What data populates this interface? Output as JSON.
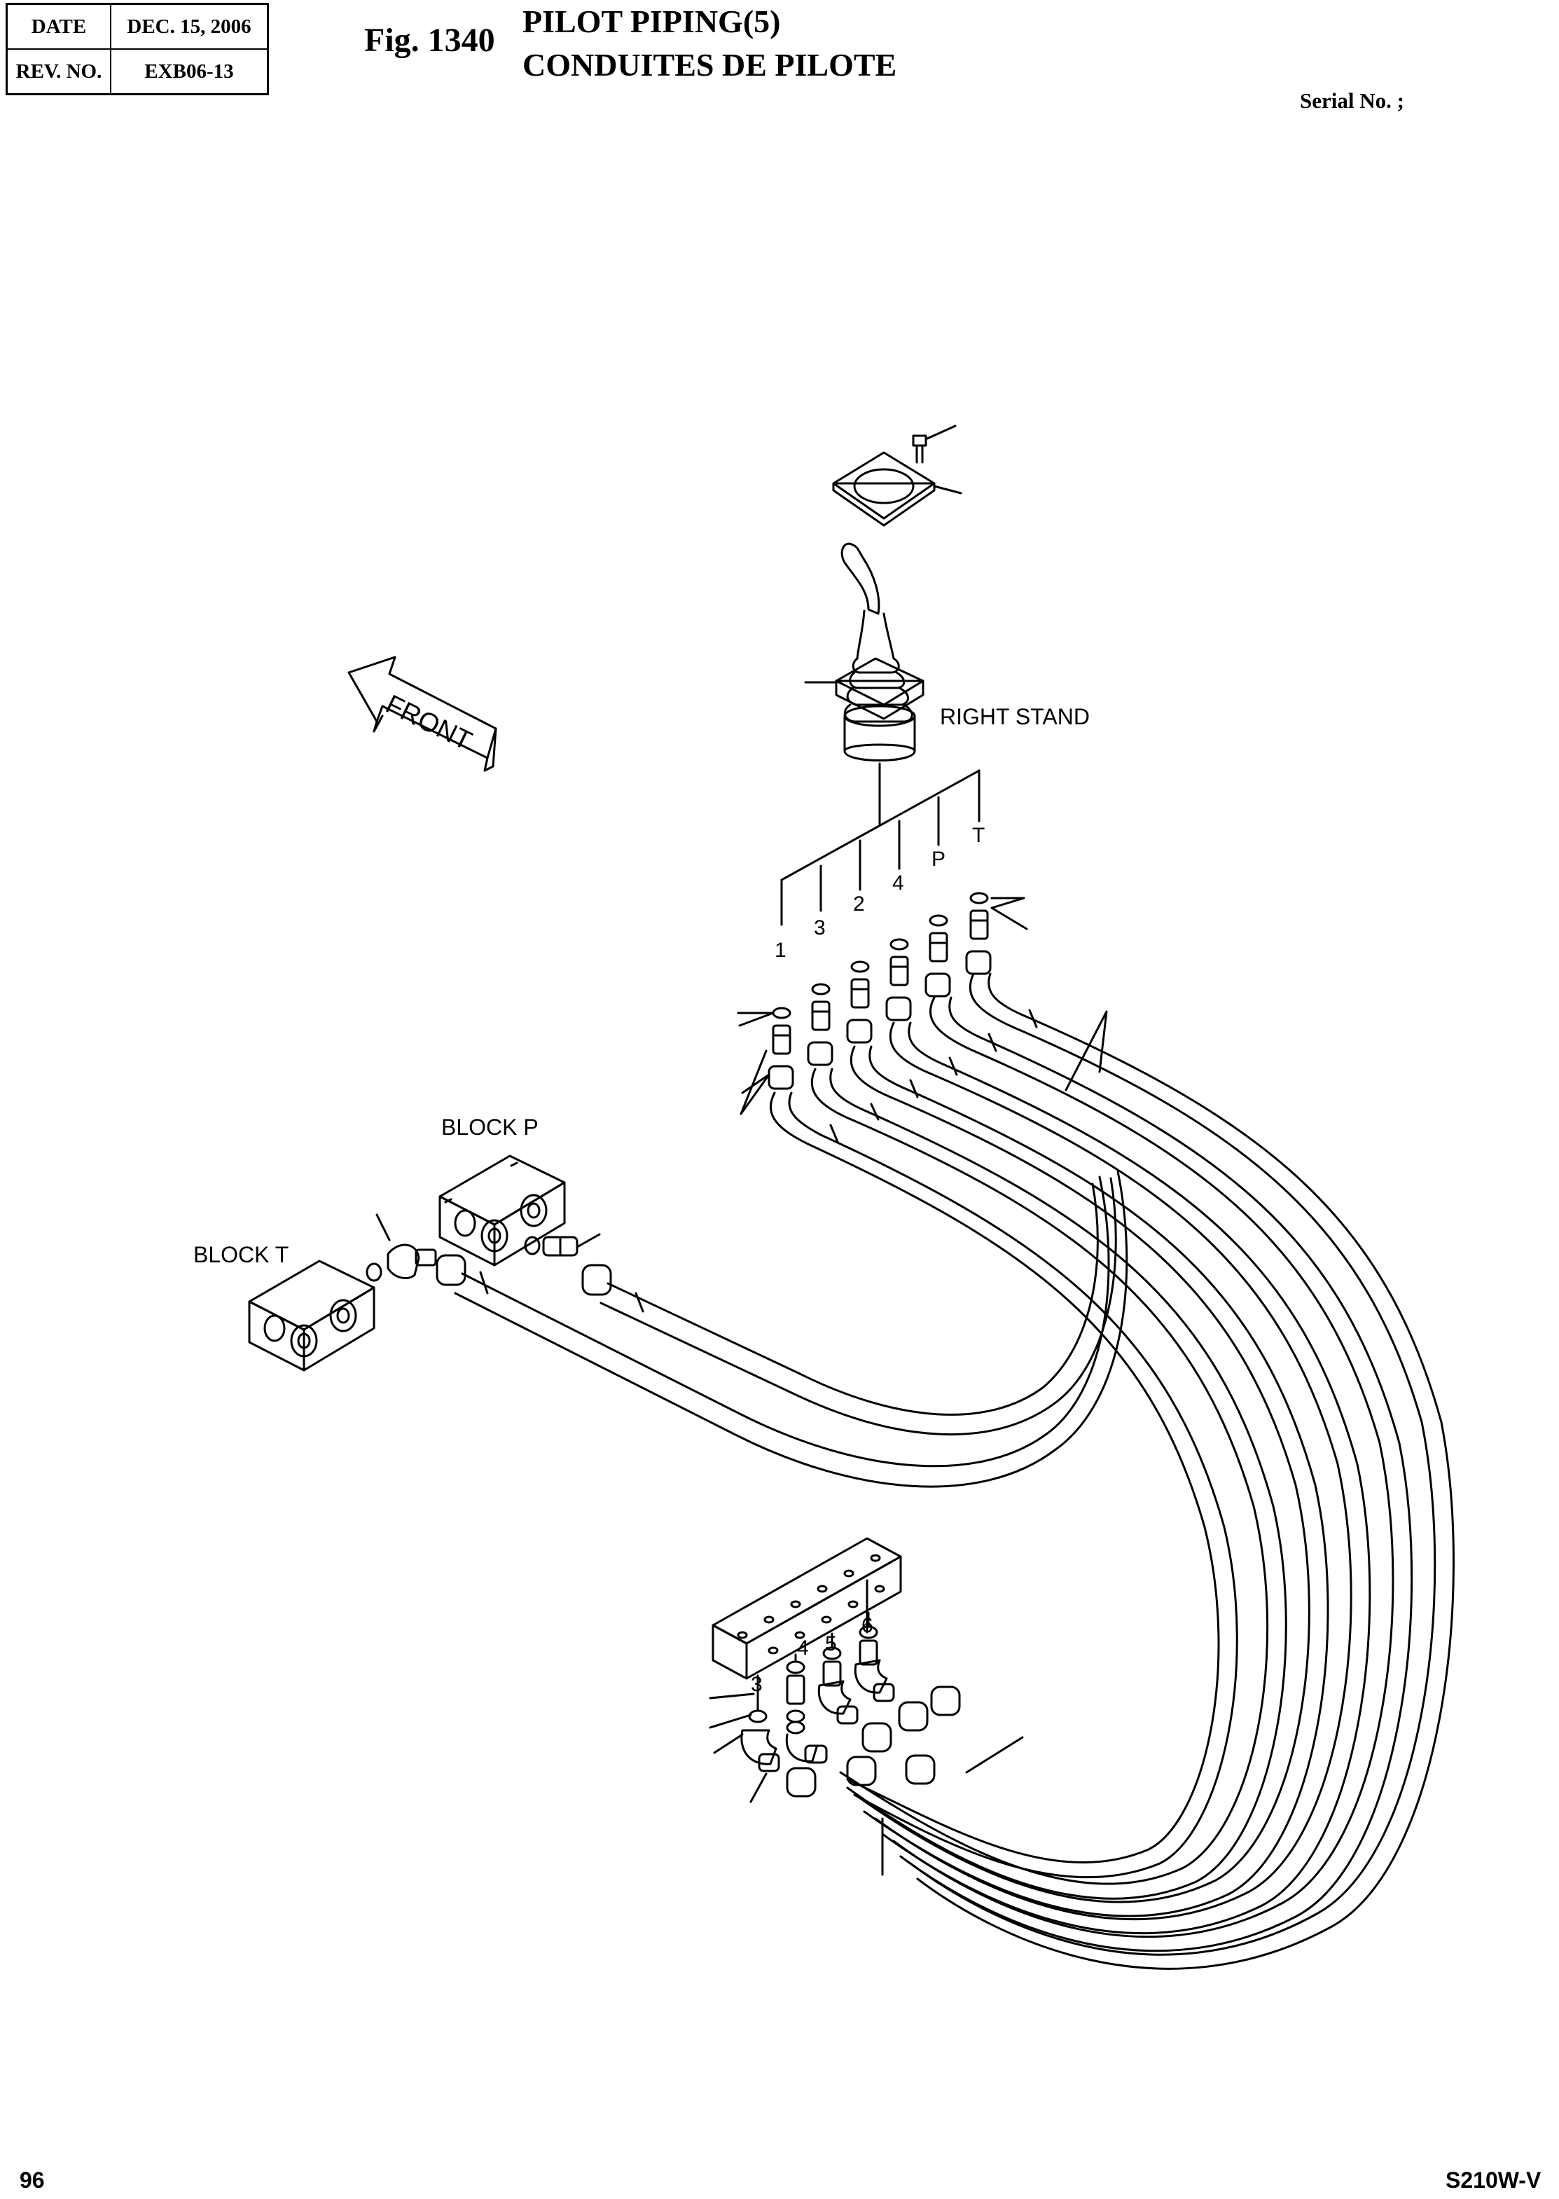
{
  "header": {
    "date_label": "DATE",
    "date_value": "DEC. 15, 2006",
    "rev_label": "REV. NO.",
    "rev_value": "EXB06-13"
  },
  "figure": {
    "number": "Fig. 1340",
    "title_en": "PILOT PIPING(5)",
    "title_fr": "CONDUITES DE PILOTE"
  },
  "serial_label": "Serial No. ;",
  "diagram": {
    "front_arrow": "FRONT",
    "right_stand": "RIGHT STAND",
    "block_p": "BLOCK P",
    "block_t": "BLOCK T",
    "stand_ports": [
      "1",
      "3",
      "2",
      "4",
      "P",
      "T"
    ],
    "manifold_ports": [
      "3",
      "4",
      "5",
      "6"
    ]
  },
  "footer": {
    "page": "96",
    "model": "S210W-V"
  }
}
